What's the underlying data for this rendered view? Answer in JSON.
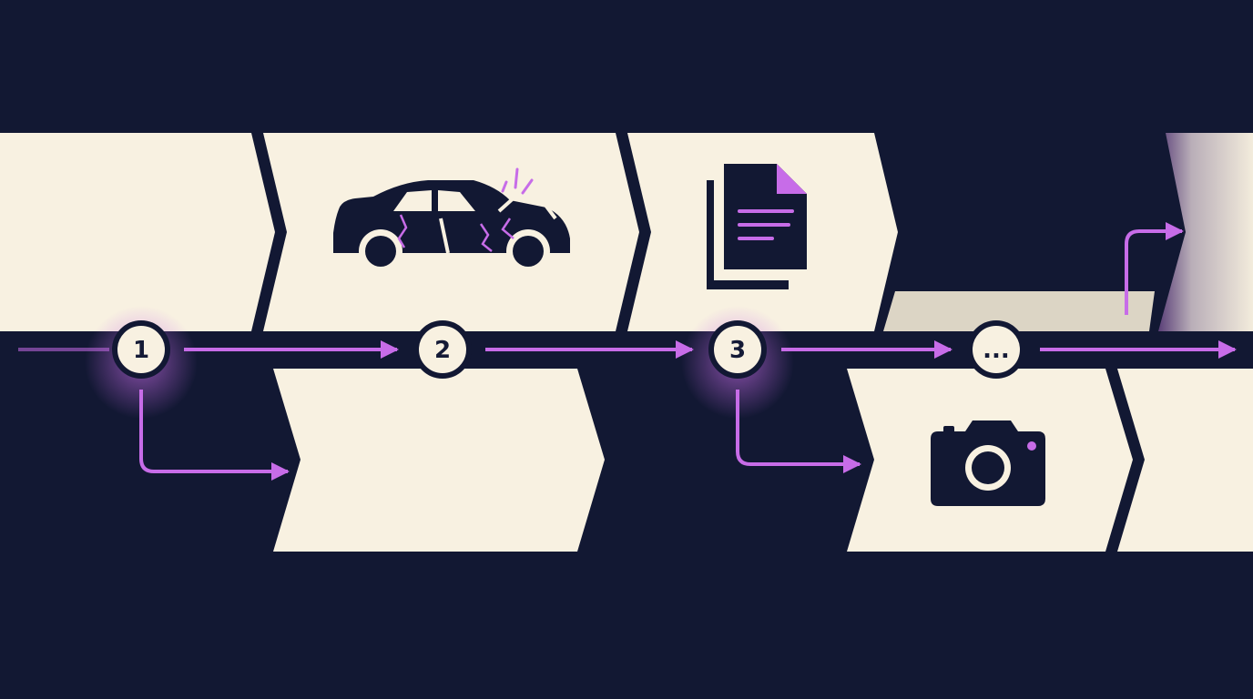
{
  "colors": {
    "background": "#121833",
    "panel": "#f8f1e1",
    "panel_dim": "#dcd5c5",
    "accent": "#c76ce8",
    "ink": "#141a36"
  },
  "timeline": {
    "nodes": [
      {
        "label": "1"
      },
      {
        "label": "2"
      },
      {
        "label": "3"
      },
      {
        "label": "..."
      }
    ]
  },
  "icons": {
    "panel_2_top": "damaged-car-icon",
    "panel_3_top": "document-icon",
    "panel_4_bottom": "camera-icon"
  }
}
